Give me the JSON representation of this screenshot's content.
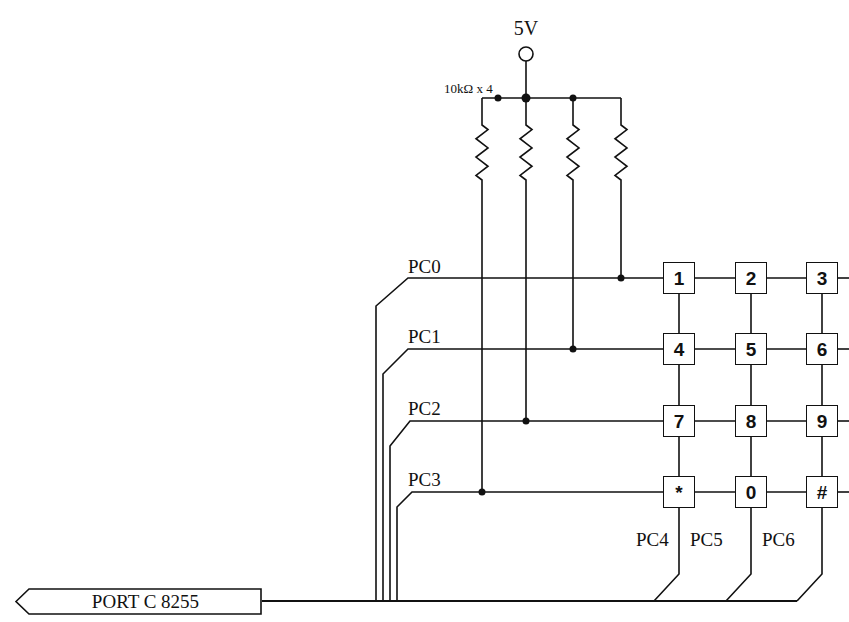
{
  "diagram": {
    "nodes": [
      {
        "text": [
          "1"
        ]
      },
      {
        "text": [
          "2"
        ]
      },
      {
        "text": [
          "3"
        ]
      },
      {
        "text": [
          "4"
        ]
      },
      {
        "text": [
          "5"
        ]
      },
      {
        "text": [
          "6"
        ]
      },
      {
        "text": [
          "7"
        ]
      },
      {
        "text": [
          "8"
        ]
      },
      {
        "text": [
          "9"
        ]
      },
      {
        "text": [
          "*"
        ]
      },
      {
        "text": [
          "0"
        ]
      },
      {
        "text": [
          "#"
        ]
      },
      {
        "text": [
          "PORT C  8255"
        ]
      }
    ],
    "edges": [
      {
        "from": 0,
        "to": 1,
        "arrow": "none"
      },
      {
        "from": 1,
        "to": 2,
        "arrow": "none"
      },
      {
        "from": 3,
        "to": 4,
        "arrow": "none"
      },
      {
        "from": 4,
        "to": 5,
        "arrow": "none"
      },
      {
        "from": 6,
        "to": 7,
        "arrow": "none"
      },
      {
        "from": 7,
        "to": 8,
        "arrow": "none"
      },
      {
        "from": 9,
        "to": 10,
        "arrow": "none"
      },
      {
        "from": 10,
        "to": 11,
        "arrow": "none"
      },
      {
        "from": 0,
        "to": 3,
        "arrow": "none"
      },
      {
        "from": 3,
        "to": 6,
        "arrow": "none"
      },
      {
        "from": 6,
        "to": 9,
        "arrow": "none"
      },
      {
        "from": 1,
        "to": 4,
        "arrow": "none"
      },
      {
        "from": 4,
        "to": 7,
        "arrow": "none"
      },
      {
        "from": 7,
        "to": 10,
        "arrow": "none"
      },
      {
        "from": 2,
        "to": 5,
        "arrow": "none"
      },
      {
        "from": 5,
        "to": 8,
        "arrow": "none"
      },
      {
        "from": 8,
        "to": 11,
        "arrow": "none"
      }
    ],
    "labels": [
      "5V",
      "10kΩ x 4",
      "PC0",
      "PC1",
      "PC2",
      "PC3",
      "PC4",
      "PC5",
      "PC6"
    ]
  }
}
